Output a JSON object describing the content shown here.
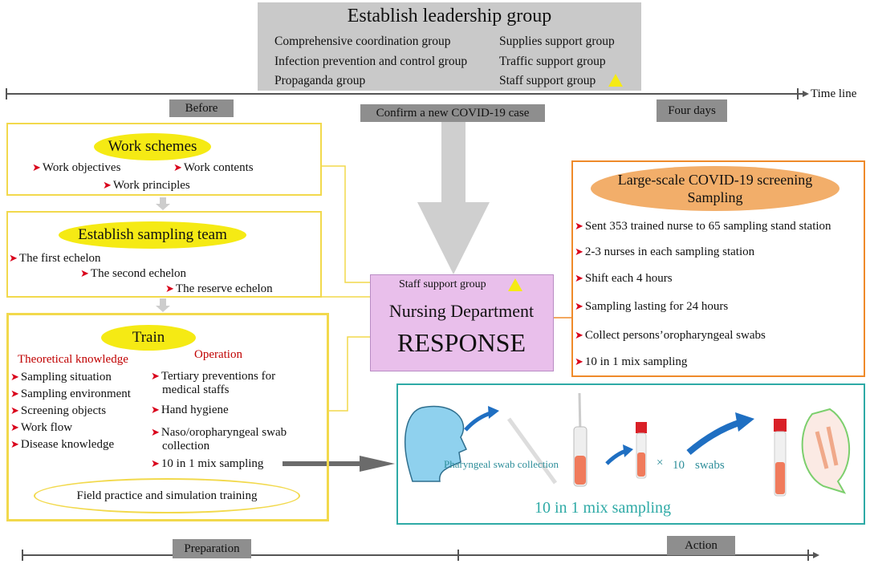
{
  "leadership": {
    "title": "Establish leadership group",
    "groups_left": [
      "Comprehensive coordination group",
      "Infection prevention and control group",
      "Propaganda group"
    ],
    "groups_right": [
      "Supplies support group",
      "Traffic support group",
      "Staff support group"
    ]
  },
  "timeline": {
    "label": "Time line",
    "before": "Before",
    "confirm": "Confirm a new COVID-19 case",
    "four_days": "Four days"
  },
  "work_schemes": {
    "title": "Work schemes",
    "items": [
      "Work objectives",
      "Work contents",
      "Work principles"
    ]
  },
  "sampling_team": {
    "title": "Establish sampling team",
    "items": [
      "The first echelon",
      "The second echelon",
      "The reserve echelon"
    ]
  },
  "train": {
    "title": "Train",
    "theory_label": "Theoretical knowledge",
    "theory_items": [
      "Sampling situation",
      "Sampling environment",
      "Screening objects",
      "Work flow",
      "Disease knowledge"
    ],
    "operation_label": "Operation",
    "operation_items": [
      "Tertiary preventions for",
      "medical staffs",
      "Hand hygiene",
      "Naso/oropharyngeal swab",
      "collection",
      "10 in 1 mix sampling"
    ],
    "field": "Field practice and simulation training"
  },
  "nursing": {
    "staff": "Staff support group",
    "line1": "Nursing Department",
    "line2": "RESPONSE"
  },
  "screening": {
    "title_line1": "Large-scale COVID-19 screening",
    "title_line2": "Sampling",
    "items": [
      "Sent 353 trained nurse to 65 sampling stand station",
      "2-3 nurses in each sampling station",
      "Shift each 4 hours",
      "Sampling lasting for 24 hours",
      "Collect persons’oropharyngeal swabs",
      "10 in 1 mix sampling"
    ]
  },
  "mix": {
    "swab_label": "Pharyngeal swab collection",
    "times": "×",
    "count": "10",
    "swabs": "swabs",
    "title": "10 in 1 mix sampling"
  },
  "phases": {
    "preparation": "Preparation",
    "action": "Action"
  },
  "colors": {
    "yellow": "#f5ea14",
    "orange": "#ef8a2a",
    "teal": "#2eaaa6",
    "pink": "#e9bfeb",
    "red": "#d9001b",
    "blue_arrow": "#1f6fc2"
  }
}
